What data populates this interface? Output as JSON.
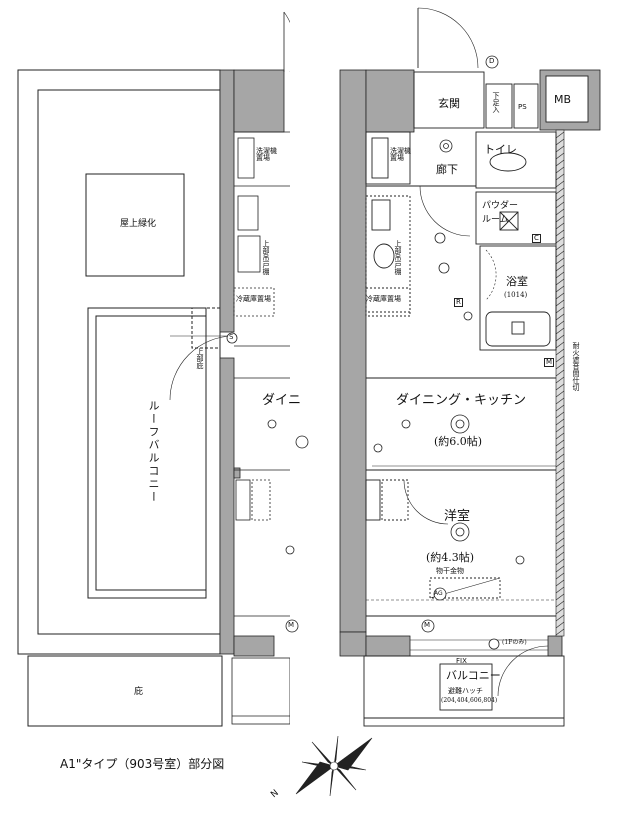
{
  "caption": "A1\"タイプ（903号室）部分図",
  "left_unit": {
    "rooftop_green": "屋上緑化",
    "roof_balcony": "ルーフバルコニー",
    "eaves": "庇",
    "upper_eave": "上部庇",
    "laundry": "洗濯機置場",
    "fridge": "冷蔵庫置場",
    "dining_partial": "ダイニ",
    "upper_closet": "上部吊戸棚"
  },
  "right_unit": {
    "entrance": "玄関",
    "shoe_cabinet": "下足入",
    "ps": "PS",
    "mb": "MB",
    "toilet": "トイレ",
    "hallway": "廊下",
    "laundry": "洗濯機置場",
    "powder_room": "パウダールーム",
    "bathroom": "浴室",
    "bathroom_size": "(1014)",
    "fridge": "冷蔵庫置場",
    "upper_closet": "上部吊戸棚",
    "dining_kitchen": "ダイニング・キッチン",
    "dk_size": "(約6.0帖)",
    "western_room": "洋室",
    "western_size": "(約4.3帖)",
    "hanger": "物干金物",
    "soundproof_wall": "耐火遮音間仕切",
    "fix": "FIX",
    "balcony": "バルコニー",
    "evac_hatch": "避難ハッチ",
    "evac_rooms": "(204,404,606,804)",
    "first_floor_only": "(1Fのみ)"
  },
  "symbols": {
    "dot_d": "D",
    "m": "M",
    "r": "R",
    "c": "C",
    "s": "S",
    "ag": "AG",
    "north": "N"
  }
}
